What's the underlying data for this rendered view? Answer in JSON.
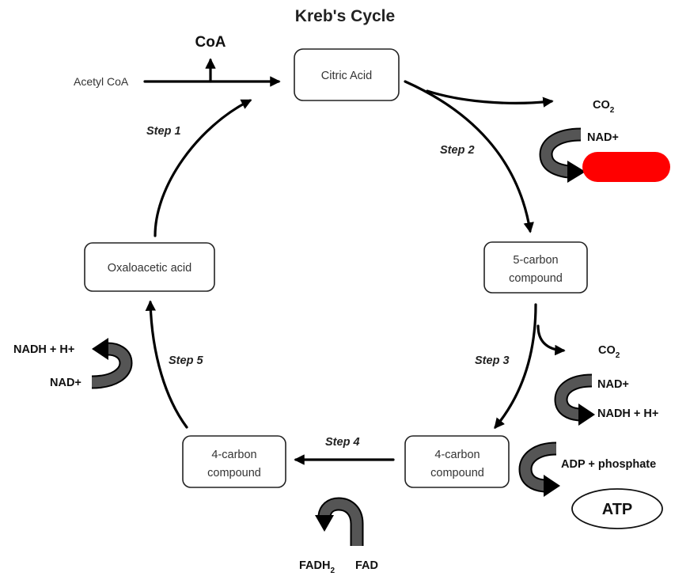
{
  "title": "Kreb's Cycle",
  "boxes": {
    "citric_acid": "Citric Acid",
    "five_carbon_line1": "5-carbon",
    "five_carbon_line2": "compound",
    "four_carbon_right_line1": "4-carbon",
    "four_carbon_right_line2": "compound",
    "four_carbon_left_line1": "4-carbon",
    "four_carbon_left_line2": "compound",
    "oxaloacetic": "Oxaloacetic acid"
  },
  "steps": {
    "step1": "Step 1",
    "step2": "Step 2",
    "step3": "Step 3",
    "step4": "Step 4",
    "step5": "Step 5"
  },
  "inputs": {
    "acetyl_coa": "Acetyl CoA",
    "coa": "CoA"
  },
  "step2_side": {
    "co2": "CO",
    "co2_sub": "2",
    "nad": "NAD+",
    "hidden_label_color": "#ff0000"
  },
  "step3_side": {
    "co2": "CO",
    "co2_sub": "2",
    "nad": "NAD+",
    "nadh": "NADH + H+"
  },
  "step4_side": {
    "adp": "ADP + phosphate",
    "atp": "ATP",
    "fadh2": "FADH",
    "fadh2_sub": "2",
    "fad": "FAD"
  },
  "step5_side": {
    "nadh": "NADH + H+",
    "nad": "NAD+"
  }
}
